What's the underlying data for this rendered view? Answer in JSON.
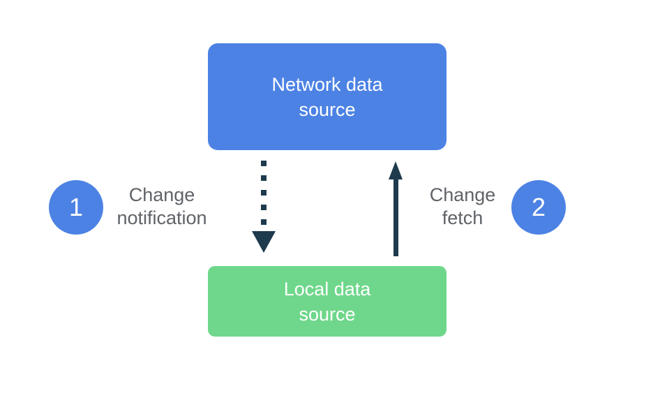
{
  "diagram": {
    "network_box": {
      "label": "Network data\nsource"
    },
    "local_box": {
      "label": "Local data\nsource"
    },
    "steps": [
      {
        "number": "1",
        "label": "Change\nnotification"
      },
      {
        "number": "2",
        "label": "Change\nfetch"
      }
    ],
    "arrows": [
      {
        "name": "change-notification-arrow",
        "style": "dotted",
        "direction": "down",
        "from": "Network data source",
        "to": "Local data source"
      },
      {
        "name": "change-fetch-arrow",
        "style": "solid",
        "direction": "up",
        "from": "Local data source",
        "to": "Network data source"
      }
    ],
    "colors": {
      "blue": "#4c82e4",
      "green": "#6fd78b",
      "arrow": "#1e3a4d",
      "label_text": "#5f6368",
      "background": "#ffffff"
    }
  }
}
